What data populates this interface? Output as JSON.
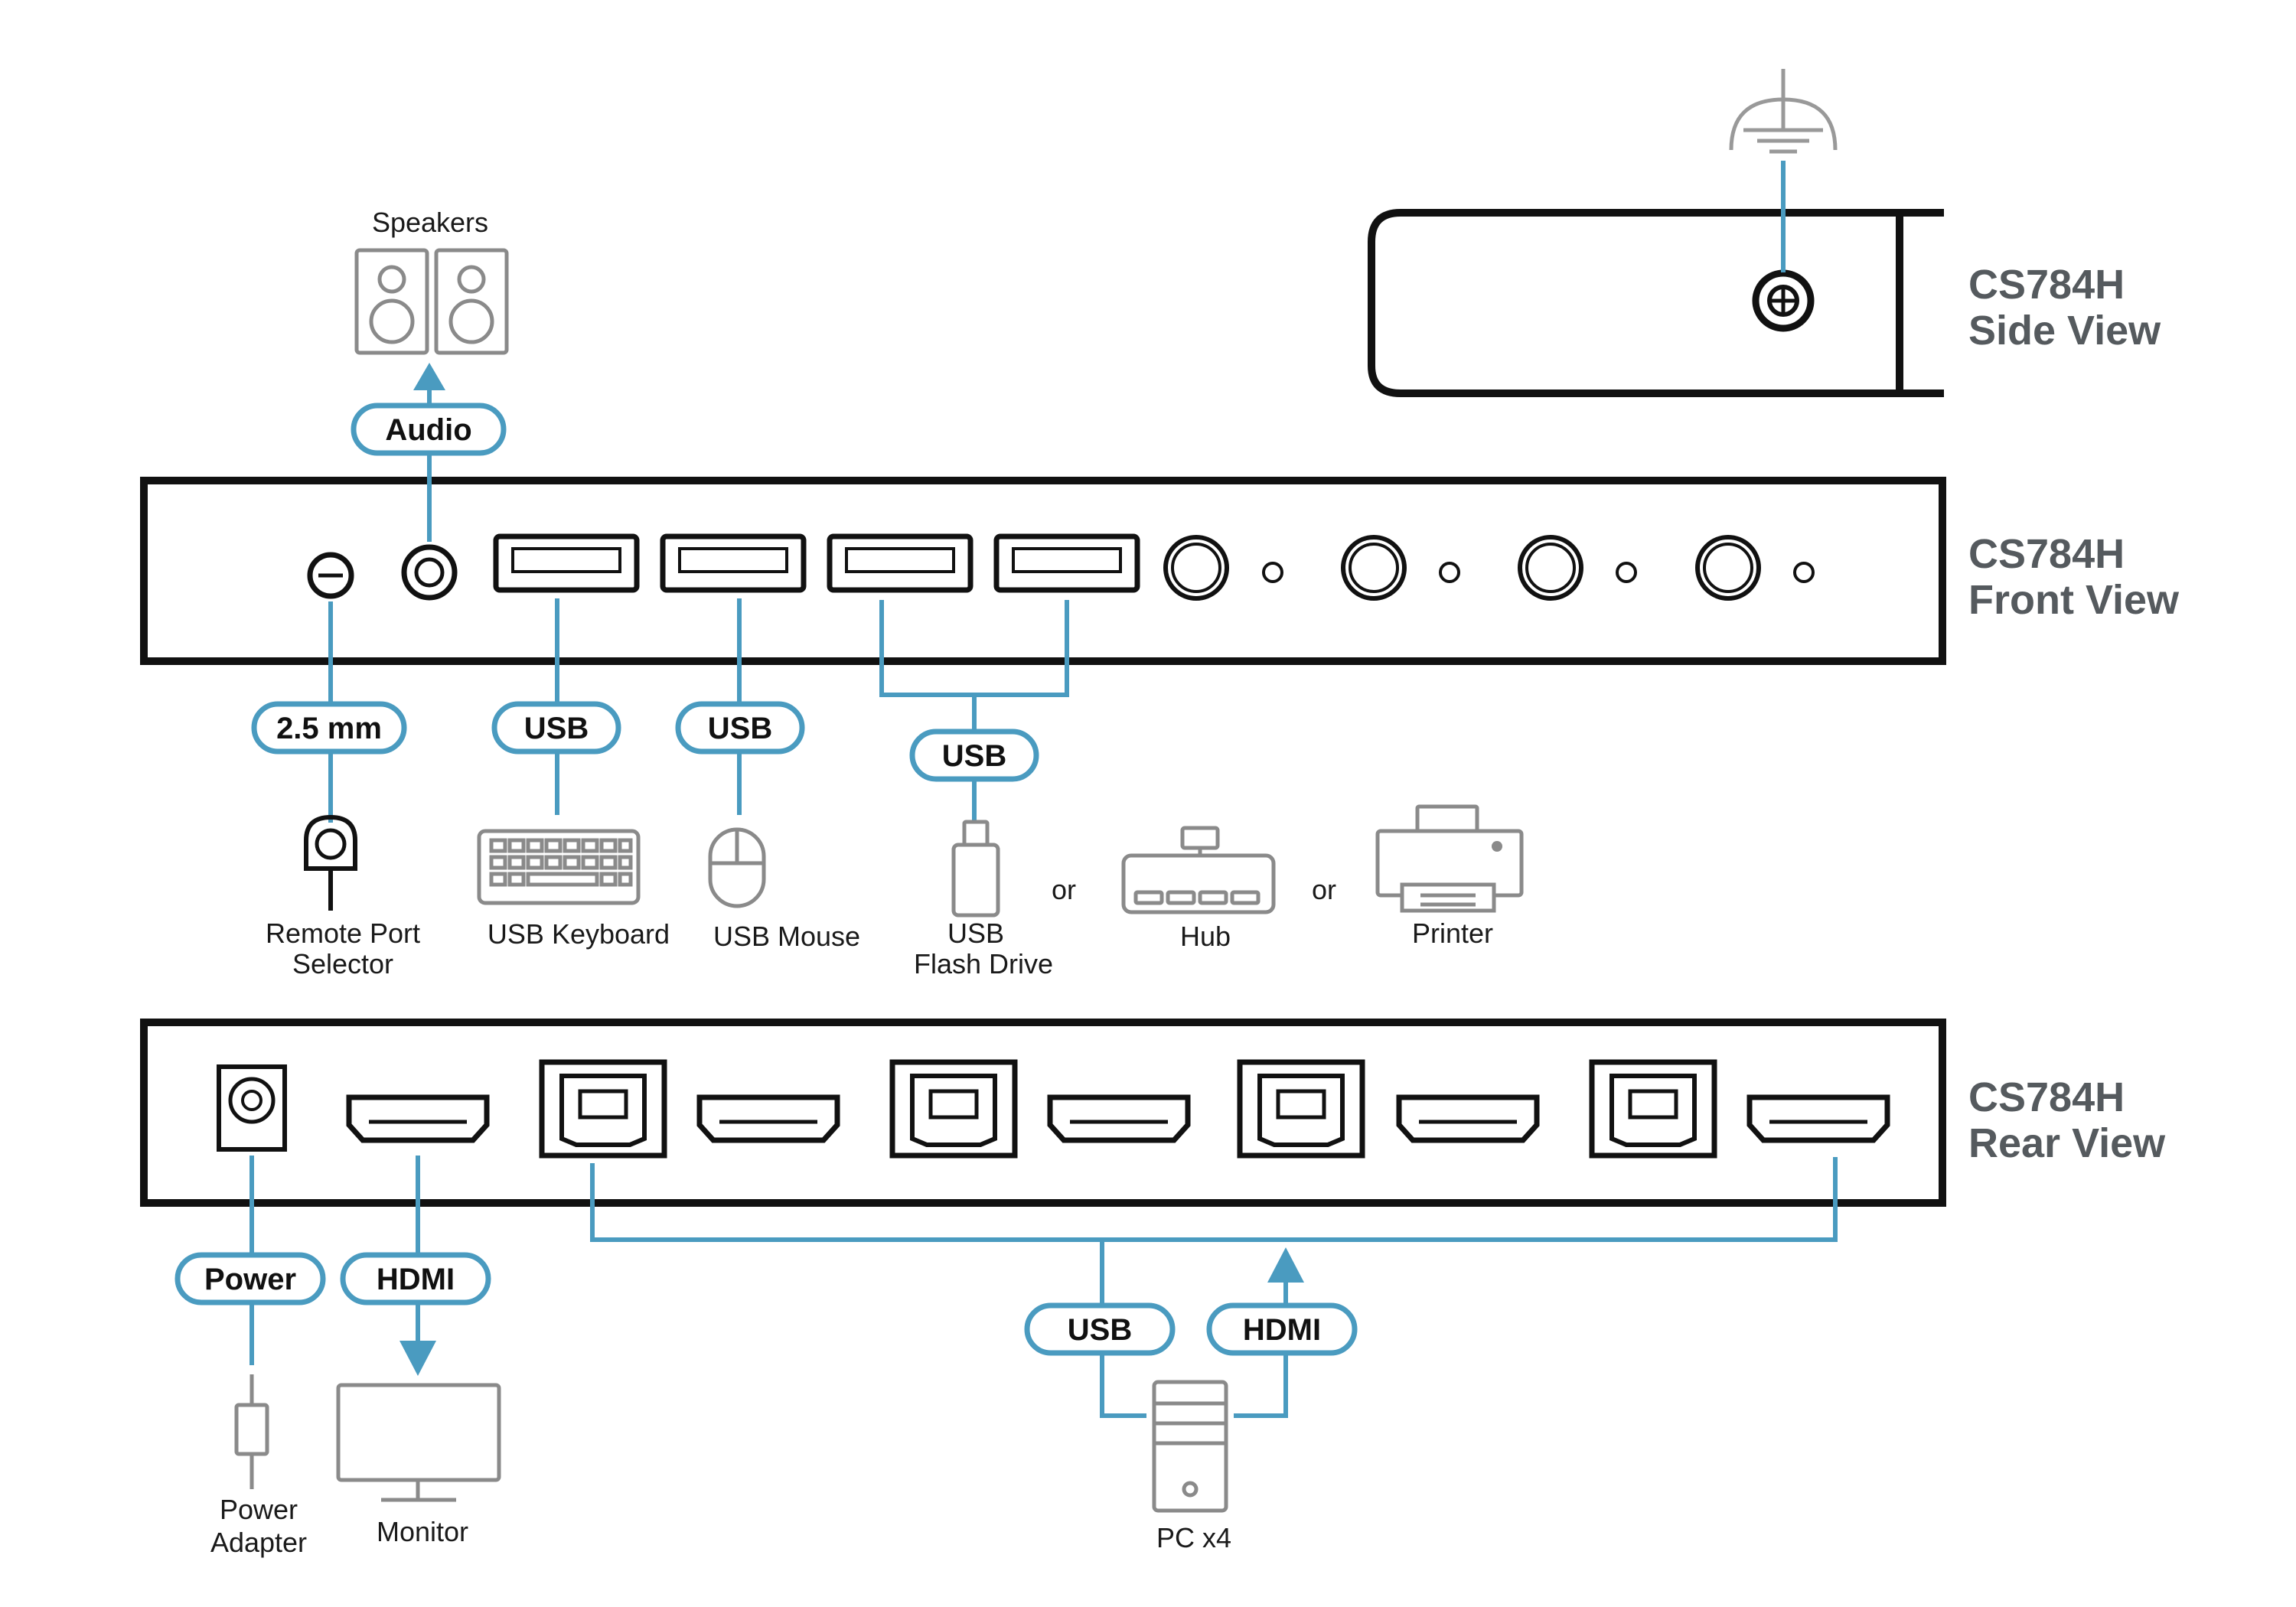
{
  "views": {
    "side": [
      "CS784H",
      "Side View"
    ],
    "front": [
      "CS784H",
      "Front View"
    ],
    "rear": [
      "CS784H",
      "Rear View"
    ]
  },
  "cables": {
    "audio": "Audio",
    "mm25": "2.5 mm",
    "usb": "USB",
    "power": "Power",
    "hdmi": "HDMI"
  },
  "devices": {
    "speakers": "Speakers",
    "remote_port_selector": [
      "Remote Port",
      "Selector"
    ],
    "usb_keyboard": "USB Keyboard",
    "usb_mouse": "USB Mouse",
    "usb_flash_drive": [
      "USB",
      "Flash Drive"
    ],
    "or": "or",
    "hub": "Hub",
    "printer": "Printer",
    "power_adapter": [
      "Power",
      "Adapter"
    ],
    "monitor": "Monitor",
    "pc": "PC x4"
  },
  "colors": {
    "cable": "#4a9bc0",
    "device": "#8a8a8a",
    "unit_outline": "#111111",
    "view_label": "#555a5e"
  },
  "icons": [
    "ground-icon",
    "speakers-icon",
    "remote-port-selector-icon",
    "keyboard-icon",
    "mouse-icon",
    "flash-drive-icon",
    "hub-icon",
    "printer-icon",
    "power-adapter-icon",
    "monitor-icon",
    "pc-tower-icon"
  ]
}
